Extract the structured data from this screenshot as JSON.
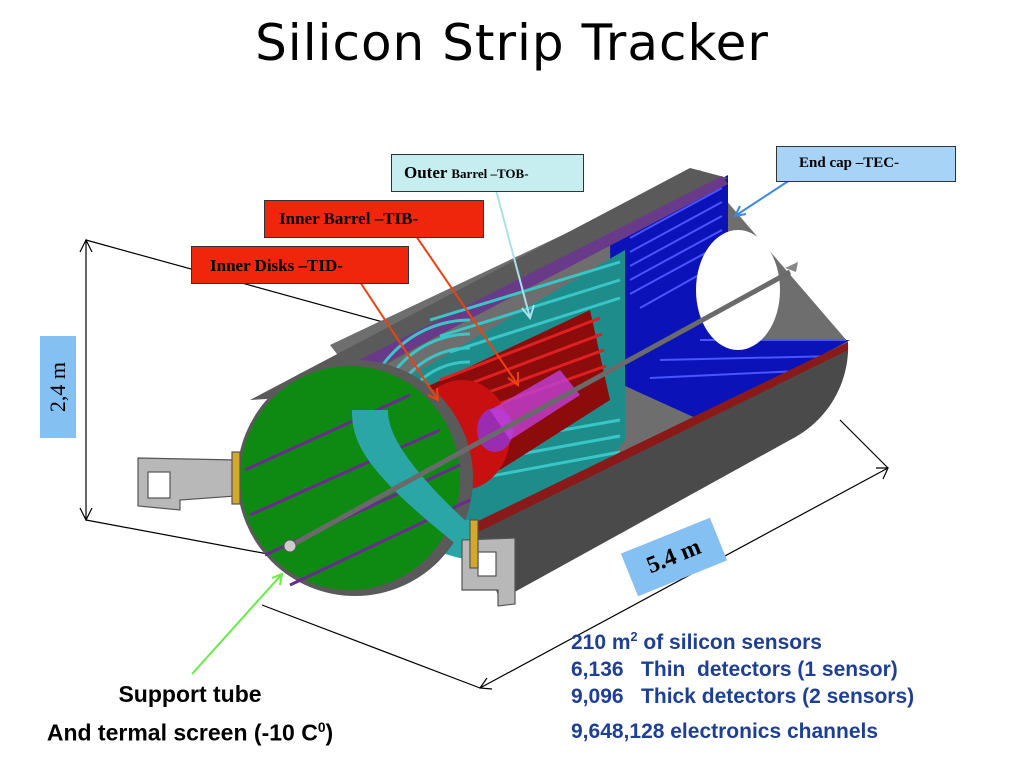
{
  "title": "Silicon Strip Tracker",
  "labels": {
    "tob_main": "Outer",
    "tob_small": "Barrel –TOB-",
    "tib": "Inner Barrel –TIB-",
    "tid": "Inner Disks –TID-",
    "tec": "End cap –TEC-"
  },
  "dimensions": {
    "diameter": "2,4 m",
    "length": "5.4 m"
  },
  "stats": {
    "line1_pre": "210 m",
    "line1_sup": "2",
    "line1_post": " of silicon sensors",
    "line2": "6,136   Thin  detectors (1 sensor)",
    "line3": "9,096   Thick detectors (2 sensors)",
    "line4": "9,648,128 electronics channels"
  },
  "support": {
    "line1": "Support tube",
    "line2_pre": "And termal screen (-10 C",
    "line2_sup": "0",
    "line2_post": ")"
  },
  "colors": {
    "tob": "#2aa6a6",
    "tib": "#c81010",
    "tec": "#0a10c0",
    "support_tube": "#0e8a12",
    "shell": "#555555",
    "tid_arrow": "#f04010",
    "tob_arrow": "#a9e2ea",
    "tec_arrow": "#3a8ae0",
    "support_arrow": "#66ee44"
  }
}
